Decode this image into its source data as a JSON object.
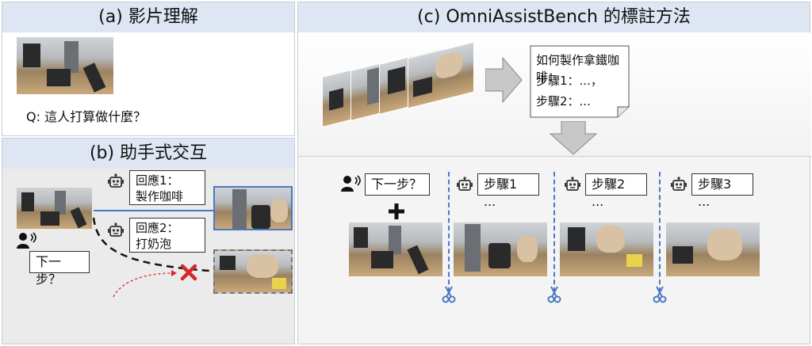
{
  "panel_a": {
    "title": "(a) 影片理解",
    "question": "Q: 這人打算做什麼？"
  },
  "panel_b": {
    "title": "(b) 助手式交互",
    "response1": [
      "回應1：",
      "製作咖啡"
    ],
    "response2": [
      "回應2：",
      "打奶泡"
    ],
    "user_query": "下一步？"
  },
  "panel_c": {
    "title": "(c) OmniAssistBench 的標註方法",
    "note_lines": [
      "如何製作拿鐵咖啡：",
      "步驟1：...，",
      "步驟2：..."
    ],
    "user_query": "下一步？",
    "steps": [
      "步驟1 ...",
      "步驟2 ...",
      "步驟3 ..."
    ]
  },
  "colors": {
    "panel_header": "#dde6f2",
    "panel_bg_gray": "#ebebeb",
    "accent_blue": "#4a78c4",
    "cross_red": "#d8262b"
  },
  "icons": [
    "robot-icon",
    "speaker-person-icon",
    "plus-icon",
    "scissors-icon",
    "arrow-right-icon",
    "arrow-down-icon",
    "cross-icon"
  ]
}
